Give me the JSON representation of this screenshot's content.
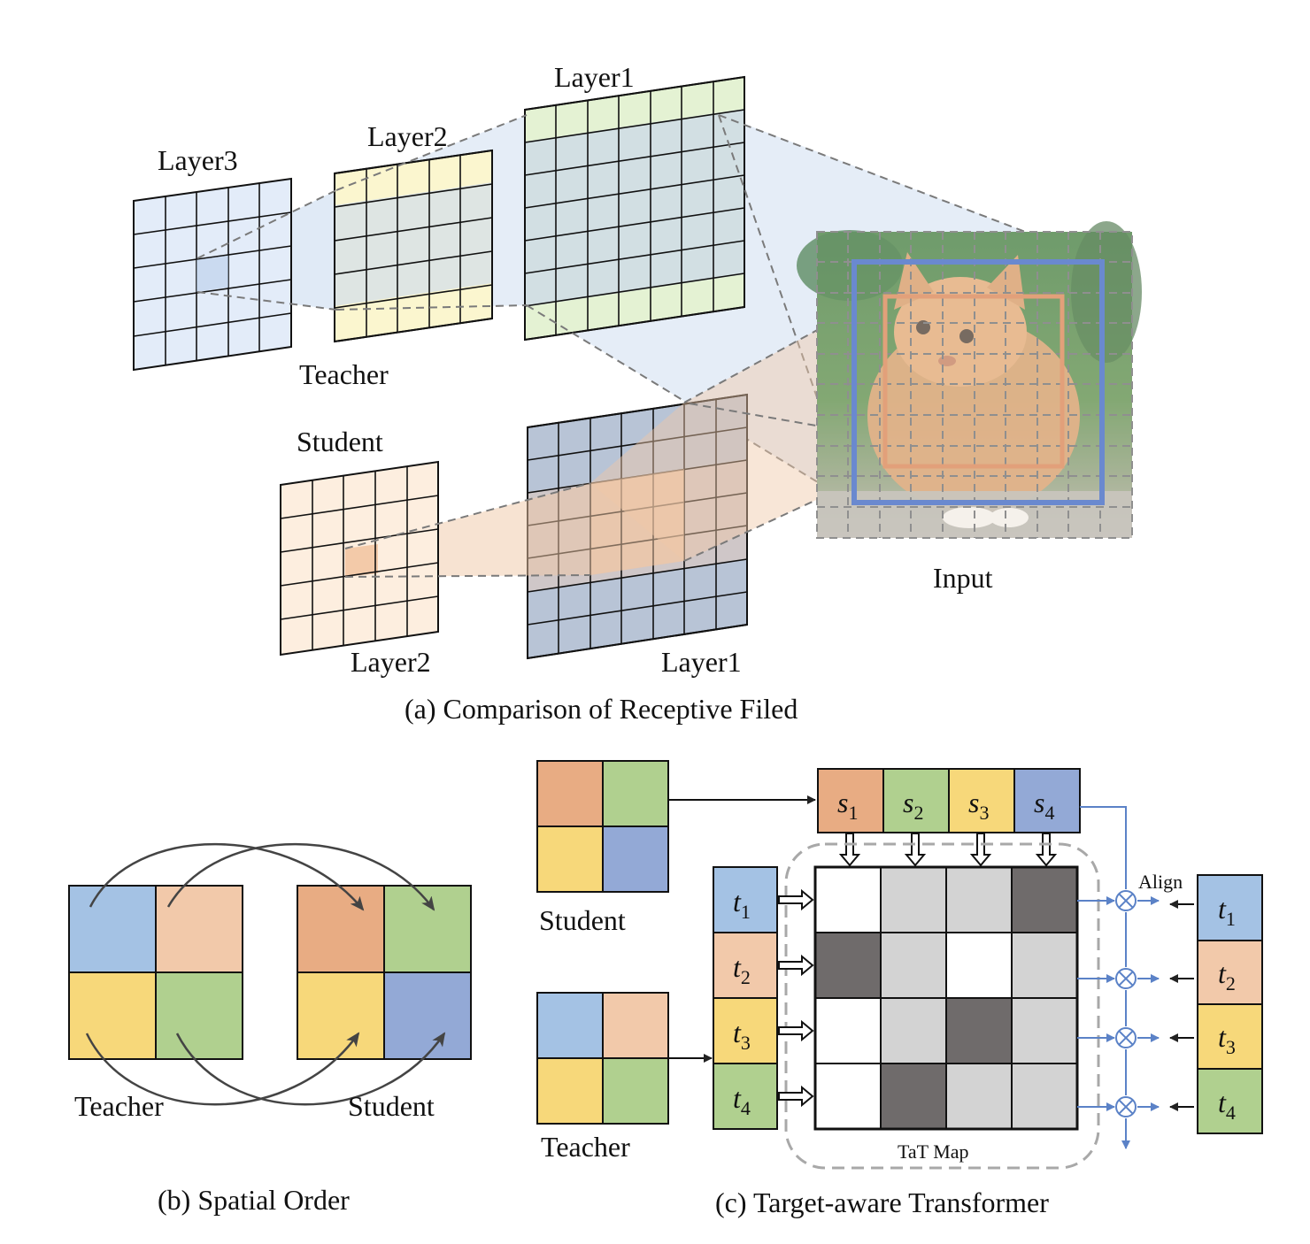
{
  "panel_a": {
    "teacher_layer3": "Layer3",
    "teacher_layer2": "Layer2",
    "teacher_layer1": "Layer1",
    "teacher": "Teacher",
    "student": "Student",
    "student_layer2": "Layer2",
    "student_layer1": "Layer1",
    "input": "Input",
    "caption": "(a) Comparison of Receptive Filed"
  },
  "panel_b": {
    "teacher": "Teacher",
    "student": "Student",
    "caption": "(b) Spatial Order"
  },
  "panel_c": {
    "student": "Student",
    "teacher": "Teacher",
    "s_labels": [
      "s",
      "s",
      "s",
      "s"
    ],
    "s_subs": [
      "1",
      "2",
      "3",
      "4"
    ],
    "t_labels": [
      "t",
      "t",
      "t",
      "t"
    ],
    "t_subs": [
      "1",
      "2",
      "3",
      "4"
    ],
    "align": "Align",
    "map_label": "TaT Map",
    "caption": "(c) Target-aware Transformer"
  },
  "colors": {
    "blue": "#a4c2e4",
    "peach": "#f2c9aa",
    "orange": "#e8ac83",
    "yellow": "#f7d87a",
    "green": "#b0d08f",
    "slate": "#93a9d6",
    "dark": "#6f6b6b",
    "light": "#d3d3d3",
    "line_blue": "#5b82c7"
  }
}
